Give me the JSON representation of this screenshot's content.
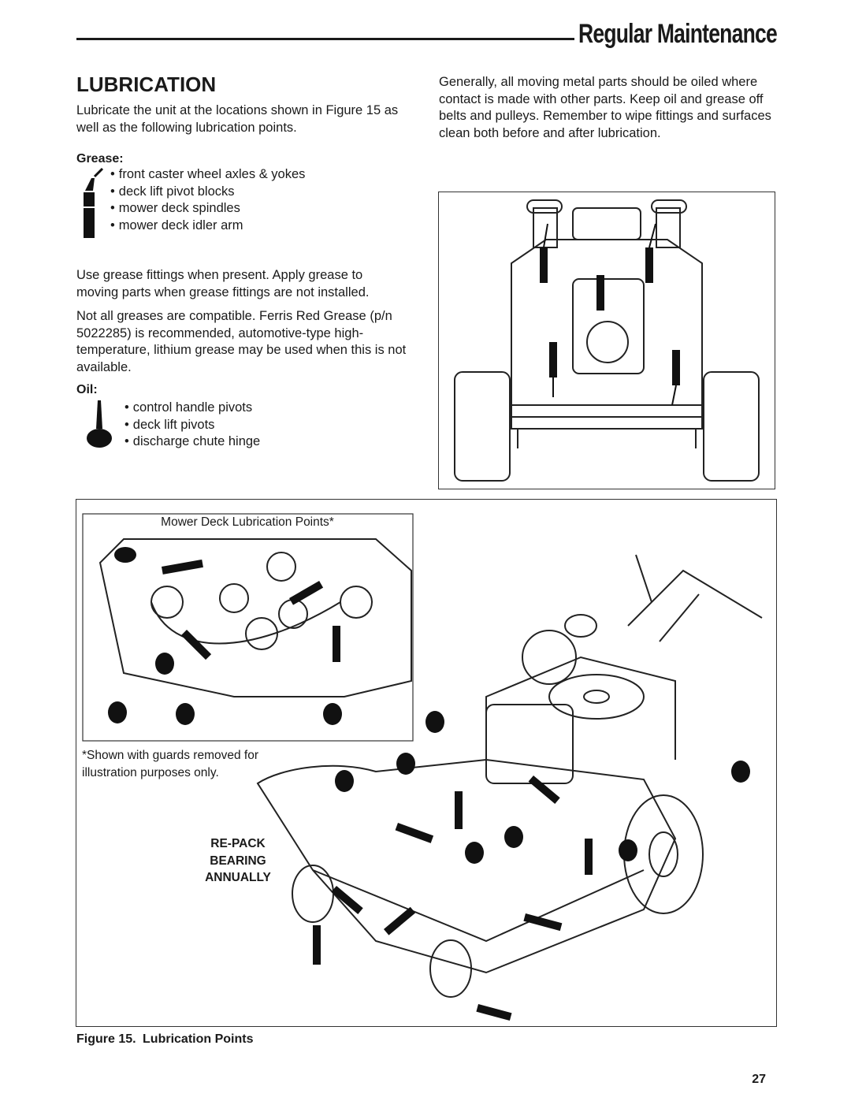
{
  "header": {
    "title": "Regular Maintenance"
  },
  "section": {
    "title": "LUBRICATION",
    "intro": "Lubricate the unit at the locations shown in Figure 15 as well as the following lubrication points.",
    "grease_label": "Grease:",
    "grease_items": [
      "front caster wheel axles & yokes",
      "deck lift pivot blocks",
      "mower deck spindles",
      "mower deck idler arm"
    ],
    "grease_para1": "Use grease fittings when present.  Apply grease to moving parts when grease fittings are not installed.",
    "grease_para2": "Not all greases are compatible.  Ferris Red Grease (p/n 5022285) is recommended, automotive-type high-temperature, lithium grease may be used when this is not available.",
    "oil_label": "Oil:",
    "oil_items": [
      "control handle pivots",
      "deck lift pivots",
      "discharge chute hinge"
    ],
    "right_para": "Generally, all moving metal parts should be oiled where contact is made with other parts.  Keep oil and grease off belts and pulleys.  Remember to wipe fittings and surfaces clean both before and after lubrication."
  },
  "figure": {
    "inset_title": "Mower Deck Lubrication Points*",
    "note": "*Shown with guards removed for illustration purposes only.",
    "repack_lines": [
      "RE-PACK",
      "BEARING",
      "ANNUALLY"
    ],
    "caption_label": "Figure 15.",
    "caption_text": "Lubrication Points"
  },
  "page_number": "27",
  "icons": {
    "grease": "grease-gun-icon",
    "oil": "oil-can-icon"
  }
}
